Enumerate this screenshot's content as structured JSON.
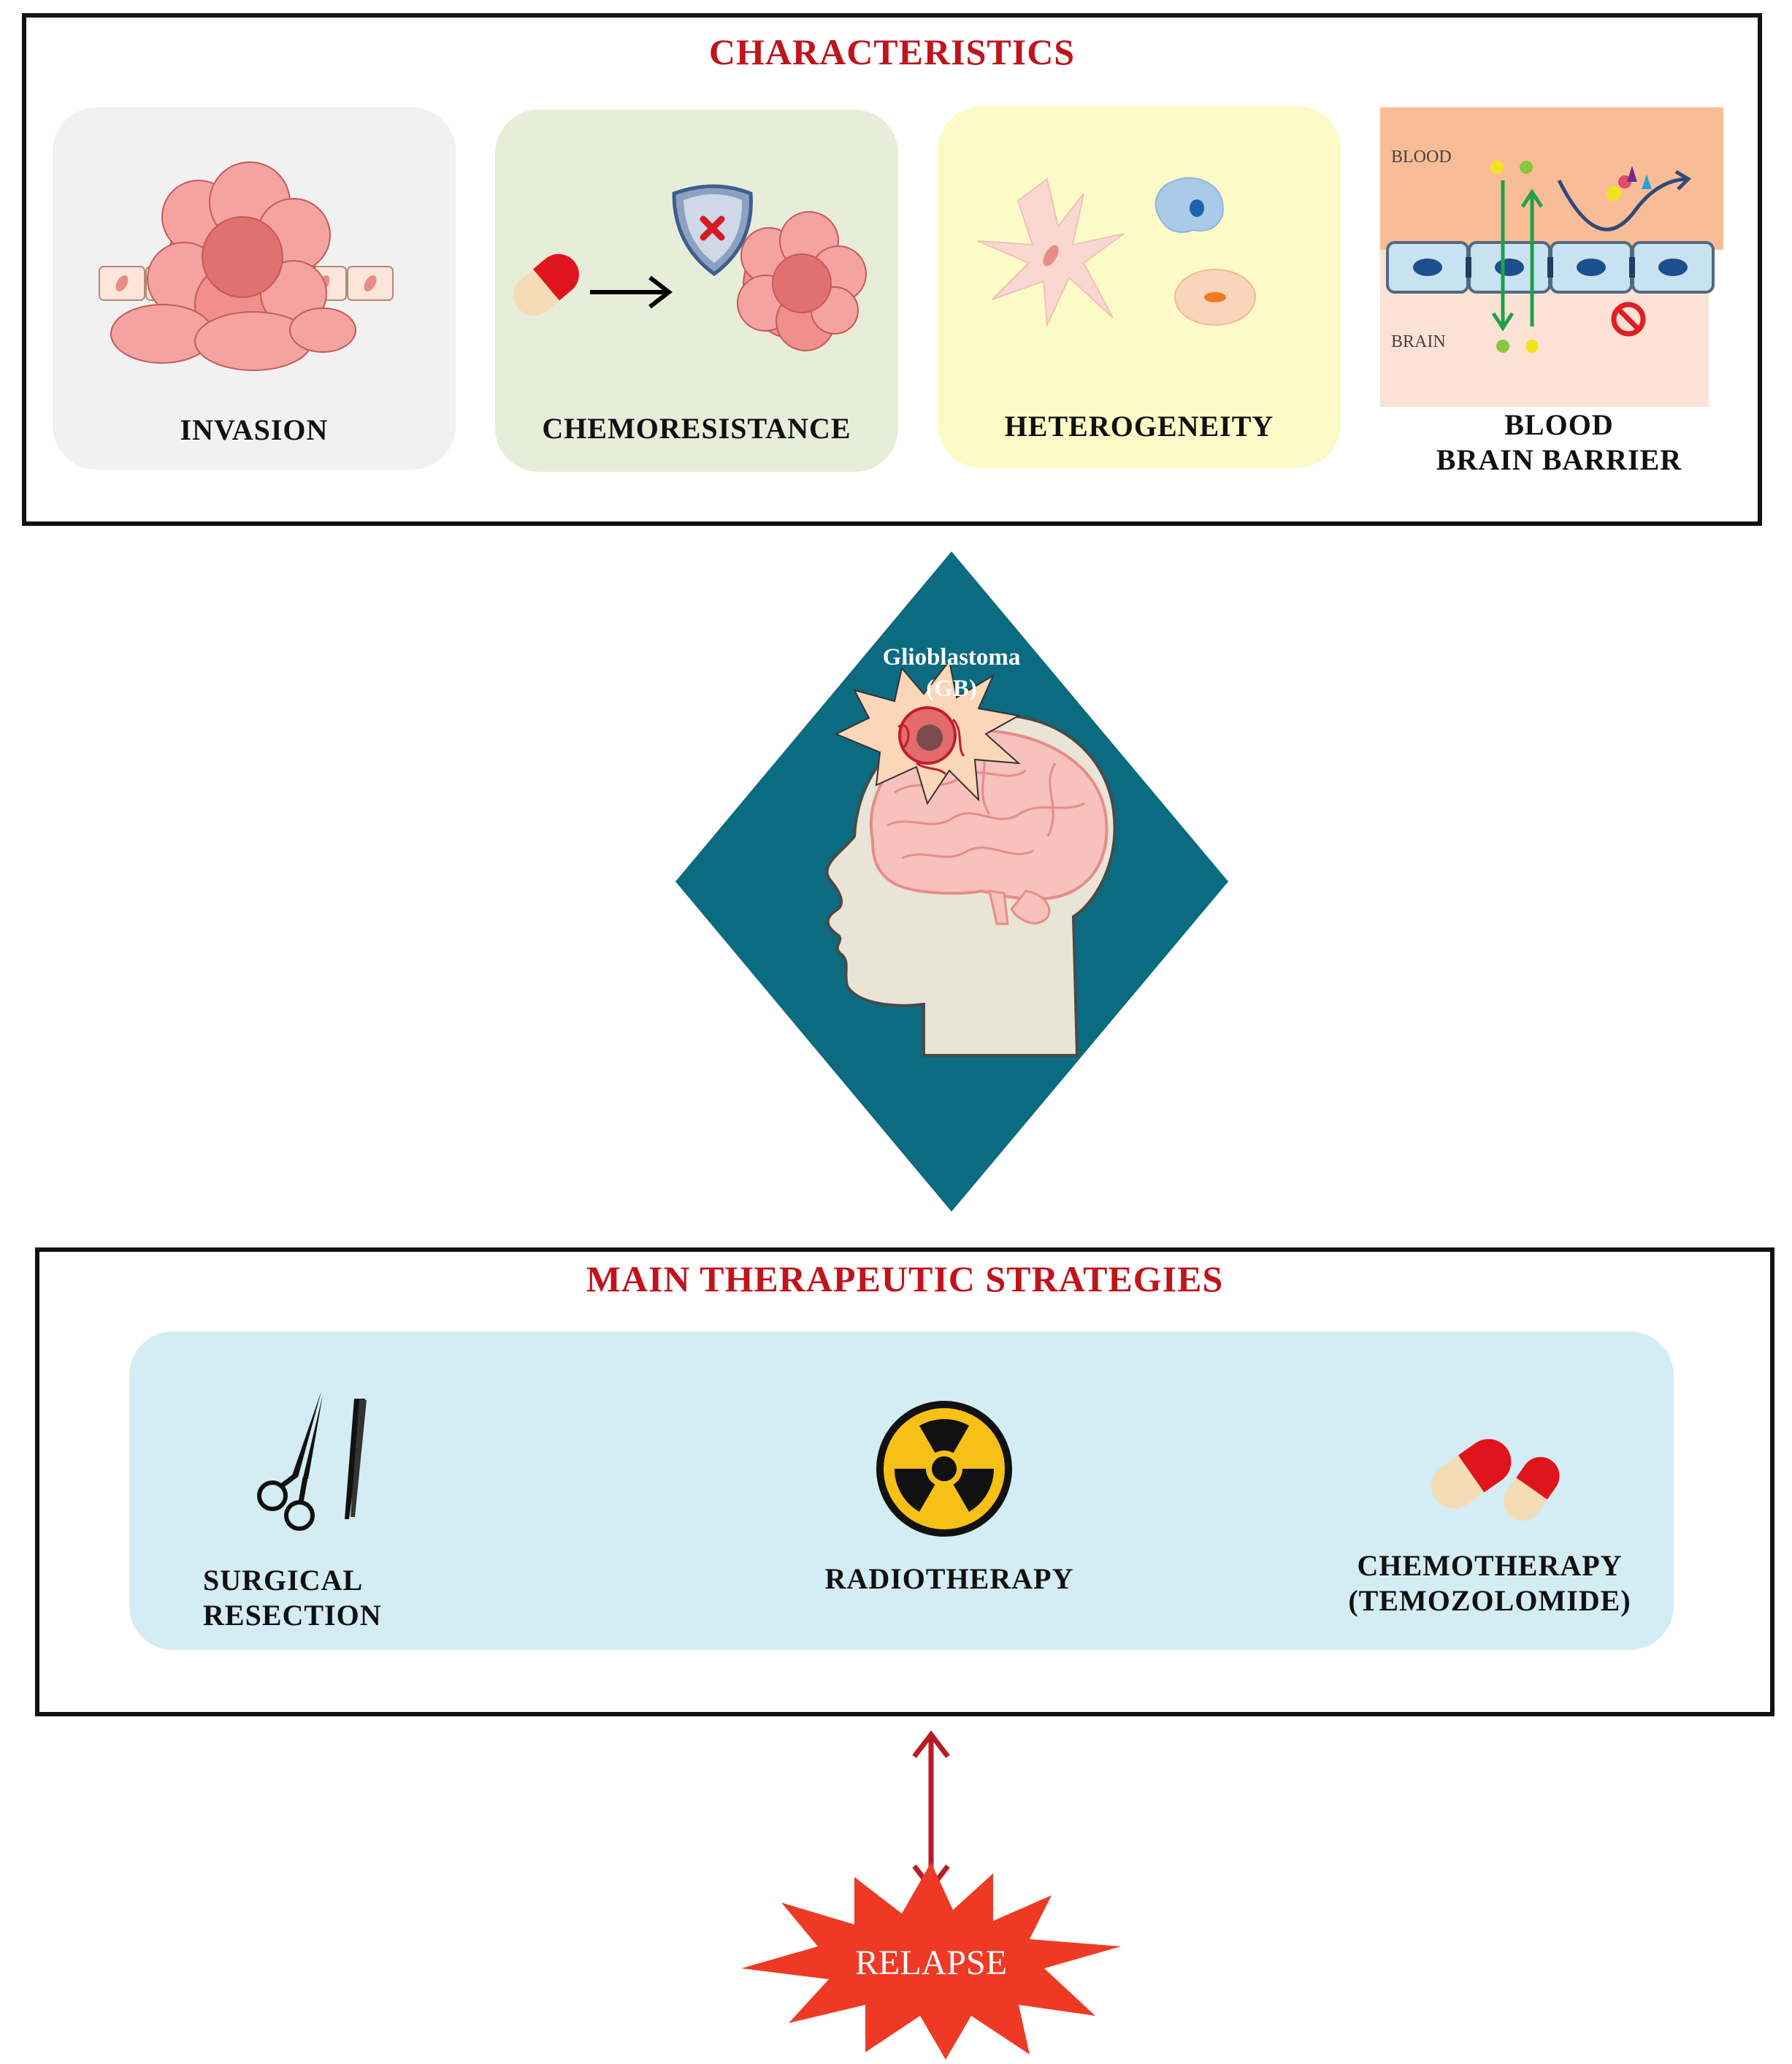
{
  "characteristics": {
    "title": "CHARACTERISTICS",
    "items": [
      {
        "label": "INVASION"
      },
      {
        "label": "CHEMORESISTANCE"
      },
      {
        "label": "HETEROGENEITY"
      },
      {
        "label": "BLOOD\nBRAIN BARRIER",
        "blood_label": "BLOOD",
        "brain_label": "BRAIN"
      }
    ]
  },
  "center": {
    "title_line1": "Glioblastoma",
    "title_line2": "(GB)"
  },
  "strategies": {
    "title": "MAIN THERAPEUTIC STRATEGIES",
    "items": [
      {
        "label": "SURGICAL\nRESECTION"
      },
      {
        "label": "RADIOTHERAPY"
      },
      {
        "label": "CHEMOTHERAPY\n(TEMOZOLOMIDE)"
      }
    ]
  },
  "relapse": {
    "label": "RELAPSE"
  },
  "colors": {
    "heading_red": "#c0141c",
    "diamond_teal": "#0b6b80",
    "invasion_card": "#f1f1f1",
    "chemo_card": "#e8edd9",
    "hetero_card": "#fcfbc8",
    "strategies_panel": "#d4ecf4",
    "relapse_red": "#ee3a24"
  }
}
